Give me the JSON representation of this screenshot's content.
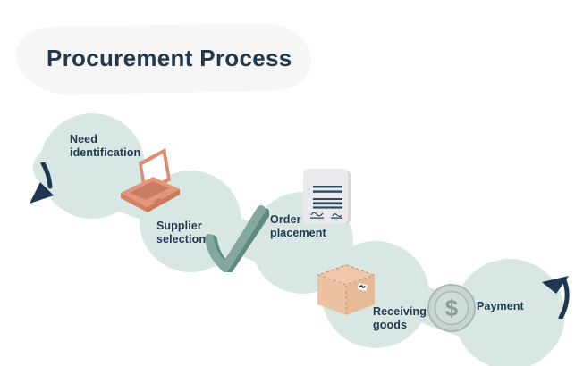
{
  "title": "Procurement Process",
  "steps": [
    {
      "id": "need-identification",
      "label": "Need identification",
      "icon": "laptop-icon"
    },
    {
      "id": "supplier-selection",
      "label": "Supplier selection",
      "icon": "checkmark-icon"
    },
    {
      "id": "order-placement",
      "label": "Order placement",
      "icon": "document-icon"
    },
    {
      "id": "receiving-goods",
      "label": "Receiving goods",
      "icon": "box-icon"
    },
    {
      "id": "payment",
      "label": "Payment",
      "icon": "coin-icon"
    }
  ],
  "coin": {
    "symbol": "$"
  },
  "colors": {
    "navy_text": "#1f3a52",
    "ribbon_teal": "#d9e7e4",
    "title_blob_gray": "#f6f6f7",
    "laptop_coral": "#dd8e72",
    "checkmark_sage": "#82a79e",
    "document_gray": "#eaeaec",
    "document_lines_navy": "#2f4a63",
    "box_peach": "#edc2a2",
    "coin_gray_teal": "#c7d4d1",
    "arrow_navy": "#1d3850"
  }
}
